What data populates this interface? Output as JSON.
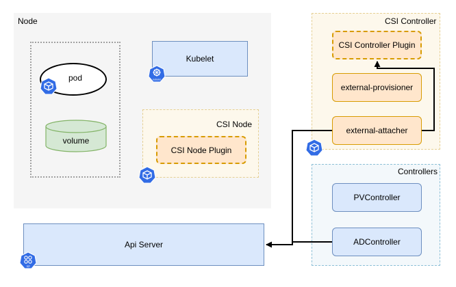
{
  "node": {
    "label": "Node",
    "pod": "pod",
    "volume": "volume",
    "kubelet": "Kubelet",
    "kubelet_icon_text": "kubelet",
    "csi_node": {
      "label": "CSI Node",
      "plugin": "CSI Node Plugin"
    }
  },
  "csi_controller": {
    "label": "CSI Controller",
    "plugin": "CSI Controller Plugin",
    "provisioner": "external-provisioner",
    "attacher": "external-attacher"
  },
  "controllers": {
    "label": "Controllers",
    "pv": "PVController",
    "ad": "ADController"
  },
  "api_server": {
    "label": "Api Server",
    "icon_text": "api"
  },
  "colors": {
    "node_bg": "#f5f5f5",
    "csi_group_bg": "#fdf8ec",
    "csi_group_border": "#e5cf92",
    "controllers_bg": "#f3f8fb",
    "controllers_border": "#8cbfd6",
    "blue_fill": "#dae8fc",
    "blue_border": "#6c8ebf",
    "orange_fill": "#ffe6cc",
    "orange_border": "#d79b00",
    "green_fill": "#d5e8d4",
    "green_border": "#82b366",
    "k8s_blue": "#326ce5"
  }
}
